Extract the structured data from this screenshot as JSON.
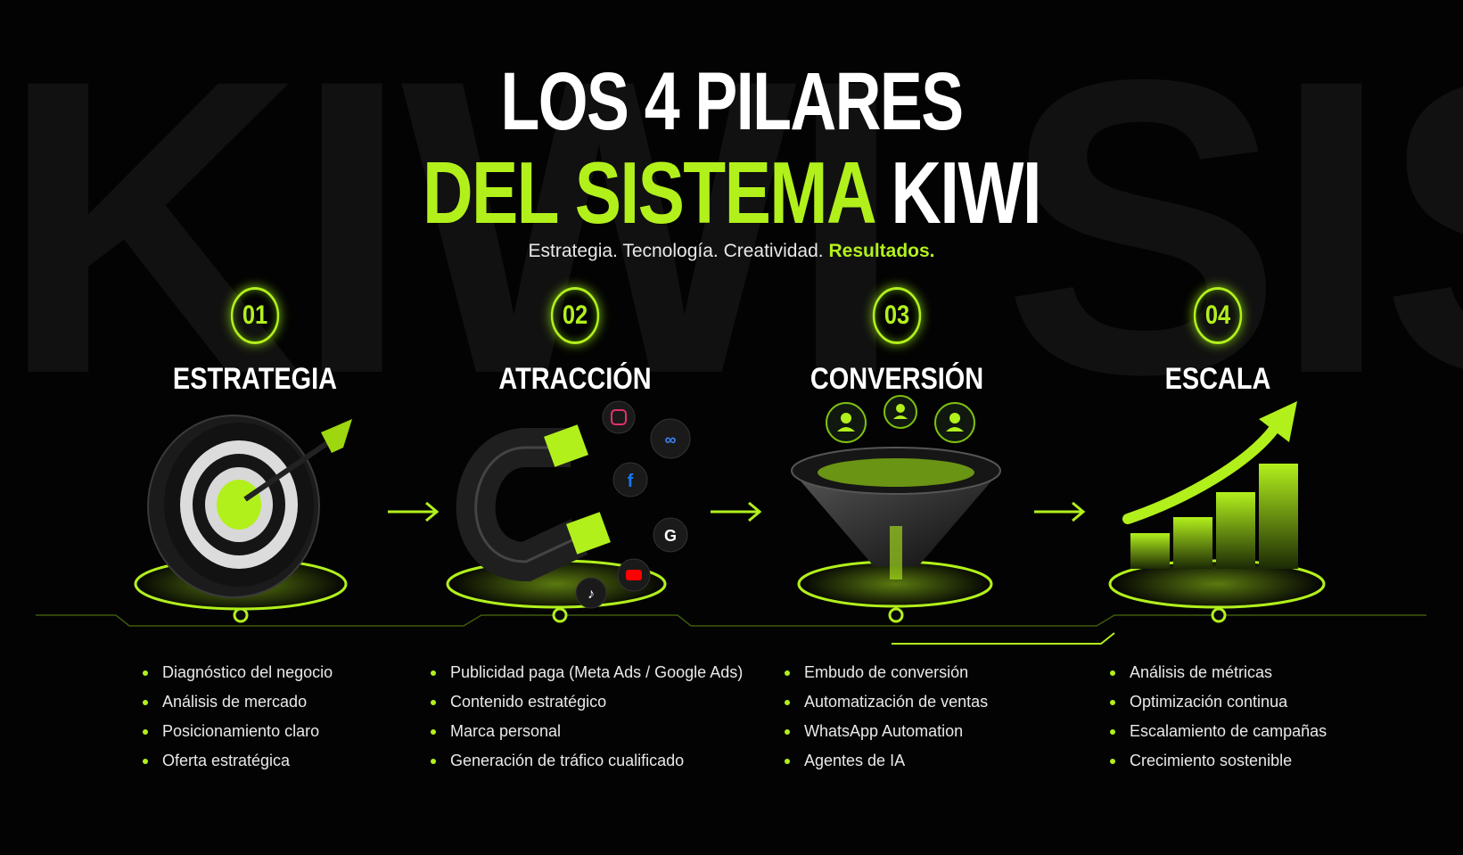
{
  "background_word": "KIWI SISTEMA",
  "title": {
    "line1": "LOS 4 PILARES",
    "line2_green": "DEL SISTEMA",
    "line2_white": " KIWI"
  },
  "subtitle": {
    "plain": "Estrategia. Tecnología. Creatividad. ",
    "highlight": "Resultados."
  },
  "colors": {
    "accent": "#b2f01c",
    "background": "#030303"
  },
  "pillars": [
    {
      "number": "01",
      "name": "ESTRATEGIA",
      "icon": "target-dart-icon",
      "items": [
        "Diagnóstico del negocio",
        "Análisis de mercado",
        "Posicionamiento claro",
        "Oferta estratégica"
      ]
    },
    {
      "number": "02",
      "name": "ATRACCIÓN",
      "icon": "magnet-icon",
      "items": [
        "Publicidad paga (Meta Ads / Google Ads)",
        "Contenido estratégico",
        "Marca personal",
        "Generación de tráfico cualificado"
      ]
    },
    {
      "number": "03",
      "name": "CONVERSIÓN",
      "icon": "funnel-icon",
      "items": [
        "Embudo de conversión",
        "Automatización de ventas",
        "WhatsApp Automation",
        "Agentes de IA"
      ]
    },
    {
      "number": "04",
      "name": "ESCALA",
      "icon": "growth-chart-icon",
      "items": [
        "Análisis de métricas",
        "Optimización continua",
        "Escalamiento de campañas",
        "Crecimiento sostenible"
      ]
    }
  ]
}
